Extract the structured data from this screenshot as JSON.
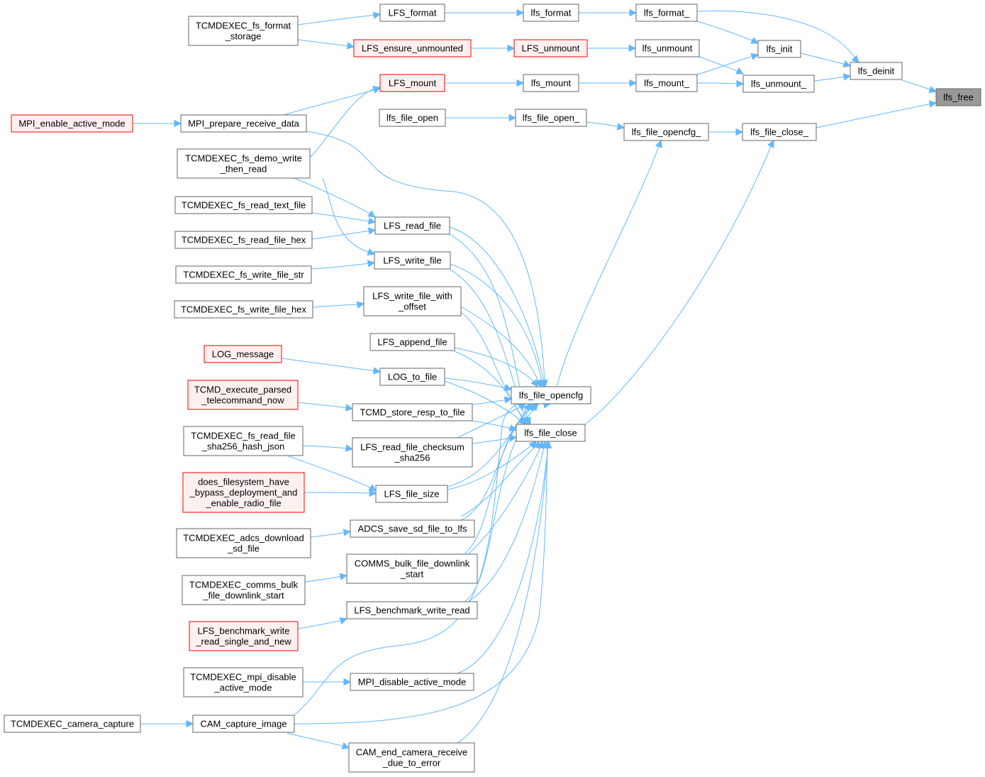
{
  "colors": {
    "edge": "#63b8ff",
    "node_border": "#666666",
    "node_fill": "#ffffff",
    "truncated_border": "#ff0000",
    "truncated_fill": "#fff0f0",
    "focus_border": "#666666",
    "focus_fill": "#999999"
  },
  "nodes": {
    "lfs_free": {
      "lines": [
        "lfs_free"
      ],
      "style": "focus"
    },
    "lfs_deinit": {
      "lines": [
        "lfs_deinit"
      ],
      "style": "normal"
    },
    "lfs_file_close_": {
      "lines": [
        "lfs_file_close_"
      ],
      "style": "normal"
    },
    "lfs_format_": {
      "lines": [
        "lfs_format_"
      ],
      "style": "normal"
    },
    "lfs_init": {
      "lines": [
        "lfs_init"
      ],
      "style": "normal"
    },
    "lfs_unmount_": {
      "lines": [
        "lfs_unmount_"
      ],
      "style": "normal"
    },
    "lfs_format": {
      "lines": [
        "lfs_format"
      ],
      "style": "normal"
    },
    "LFS_format": {
      "lines": [
        "LFS_format"
      ],
      "style": "normal"
    },
    "TCMDEXEC_fs_format_storage": {
      "lines": [
        "TCMDEXEC_fs_format",
        "_storage"
      ],
      "style": "normal"
    },
    "lfs_mount_": {
      "lines": [
        "lfs_mount_"
      ],
      "style": "normal"
    },
    "lfs_mount": {
      "lines": [
        "lfs_mount"
      ],
      "style": "normal"
    },
    "LFS_mount": {
      "lines": [
        "LFS_mount"
      ],
      "style": "truncated"
    },
    "lfs_unmount": {
      "lines": [
        "lfs_unmount"
      ],
      "style": "normal"
    },
    "LFS_unmount": {
      "lines": [
        "LFS_unmount"
      ],
      "style": "truncated"
    },
    "LFS_ensure_unmounted": {
      "lines": [
        "LFS_ensure_unmounted"
      ],
      "style": "truncated"
    },
    "lfs_file_opencfg_": {
      "lines": [
        "lfs_file_opencfg_"
      ],
      "style": "normal"
    },
    "lfs_file_open_": {
      "lines": [
        "lfs_file_open_"
      ],
      "style": "normal"
    },
    "lfs_file_open": {
      "lines": [
        "lfs_file_open"
      ],
      "style": "normal"
    },
    "lfs_file_opencfg": {
      "lines": [
        "lfs_file_opencfg"
      ],
      "style": "normal"
    },
    "lfs_file_close": {
      "lines": [
        "lfs_file_close"
      ],
      "style": "normal"
    },
    "MPI_prepare_receive_data": {
      "lines": [
        "MPI_prepare_receive_data"
      ],
      "style": "normal"
    },
    "MPI_enable_active_mode": {
      "lines": [
        "MPI_enable_active_mode"
      ],
      "style": "truncated"
    },
    "TCMDEXEC_fs_demo_write_then_read": {
      "lines": [
        "TCMDEXEC_fs_demo_write",
        "_then_read"
      ],
      "style": "normal"
    },
    "LFS_read_file": {
      "lines": [
        "LFS_read_file"
      ],
      "style": "normal"
    },
    "TCMDEXEC_fs_read_text_file": {
      "lines": [
        "TCMDEXEC_fs_read_text_file"
      ],
      "style": "normal"
    },
    "TCMDEXEC_fs_read_file_hex": {
      "lines": [
        "TCMDEXEC_fs_read_file_hex"
      ],
      "style": "normal"
    },
    "LFS_write_file": {
      "lines": [
        "LFS_write_file"
      ],
      "style": "normal"
    },
    "TCMDEXEC_fs_write_file_str": {
      "lines": [
        "TCMDEXEC_fs_write_file_str"
      ],
      "style": "normal"
    },
    "LFS_write_file_with_offset": {
      "lines": [
        "LFS_write_file_with",
        "_offset"
      ],
      "style": "normal"
    },
    "TCMDEXEC_fs_write_file_hex": {
      "lines": [
        "TCMDEXEC_fs_write_file_hex"
      ],
      "style": "normal"
    },
    "LFS_append_file": {
      "lines": [
        "LFS_append_file"
      ],
      "style": "normal"
    },
    "LOG_to_file": {
      "lines": [
        "LOG_to_file"
      ],
      "style": "normal"
    },
    "LOG_message": {
      "lines": [
        "LOG_message"
      ],
      "style": "truncated"
    },
    "TCMD_store_resp_to_file": {
      "lines": [
        "TCMD_store_resp_to_file"
      ],
      "style": "normal"
    },
    "TCMD_execute_parsed_telecommand_now": {
      "lines": [
        "TCMD_execute_parsed",
        "_telecommand_now"
      ],
      "style": "truncated"
    },
    "LFS_read_file_checksum_sha256": {
      "lines": [
        "LFS_read_file_checksum",
        "_sha256"
      ],
      "style": "normal"
    },
    "TCMDEXEC_fs_read_file_sha256_hash_json": {
      "lines": [
        "TCMDEXEC_fs_read_file",
        "_sha256_hash_json"
      ],
      "style": "normal"
    },
    "LFS_file_size": {
      "lines": [
        "LFS_file_size"
      ],
      "style": "normal"
    },
    "does_filesystem_have_bypass_deployment_and_enable_radio_file": {
      "lines": [
        "does_filesystem_have",
        "_bypass_deployment_and",
        "_enable_radio_file"
      ],
      "style": "truncated"
    },
    "ADCS_save_sd_file_to_lfs": {
      "lines": [
        "ADCS_save_sd_file_to_lfs"
      ],
      "style": "normal"
    },
    "TCMDEXEC_adcs_download_sd_file": {
      "lines": [
        "TCMDEXEC_adcs_download",
        "_sd_file"
      ],
      "style": "normal"
    },
    "COMMS_bulk_file_downlink_start": {
      "lines": [
        "COMMS_bulk_file_downlink",
        "_start"
      ],
      "style": "normal"
    },
    "TCMDEXEC_comms_bulk_file_downlink_start": {
      "lines": [
        "TCMDEXEC_comms_bulk",
        "_file_downlink_start"
      ],
      "style": "normal"
    },
    "LFS_benchmark_write_read": {
      "lines": [
        "LFS_benchmark_write_read"
      ],
      "style": "normal"
    },
    "LFS_benchmark_write_read_single_and_new": {
      "lines": [
        "LFS_benchmark_write",
        "_read_single_and_new"
      ],
      "style": "truncated"
    },
    "MPI_disable_active_mode": {
      "lines": [
        "MPI_disable_active_mode"
      ],
      "style": "normal"
    },
    "TCMDEXEC_mpi_disable_active_mode": {
      "lines": [
        "TCMDEXEC_mpi_disable",
        "_active_mode"
      ],
      "style": "normal"
    },
    "CAM_capture_image": {
      "lines": [
        "CAM_capture_image"
      ],
      "style": "normal"
    },
    "TCMDEXEC_camera_capture": {
      "lines": [
        "TCMDEXEC_camera_capture"
      ],
      "style": "normal"
    },
    "CAM_end_camera_receive_due_to_error": {
      "lines": [
        "CAM_end_camera_receive",
        "_due_to_error"
      ],
      "style": "normal"
    }
  }
}
